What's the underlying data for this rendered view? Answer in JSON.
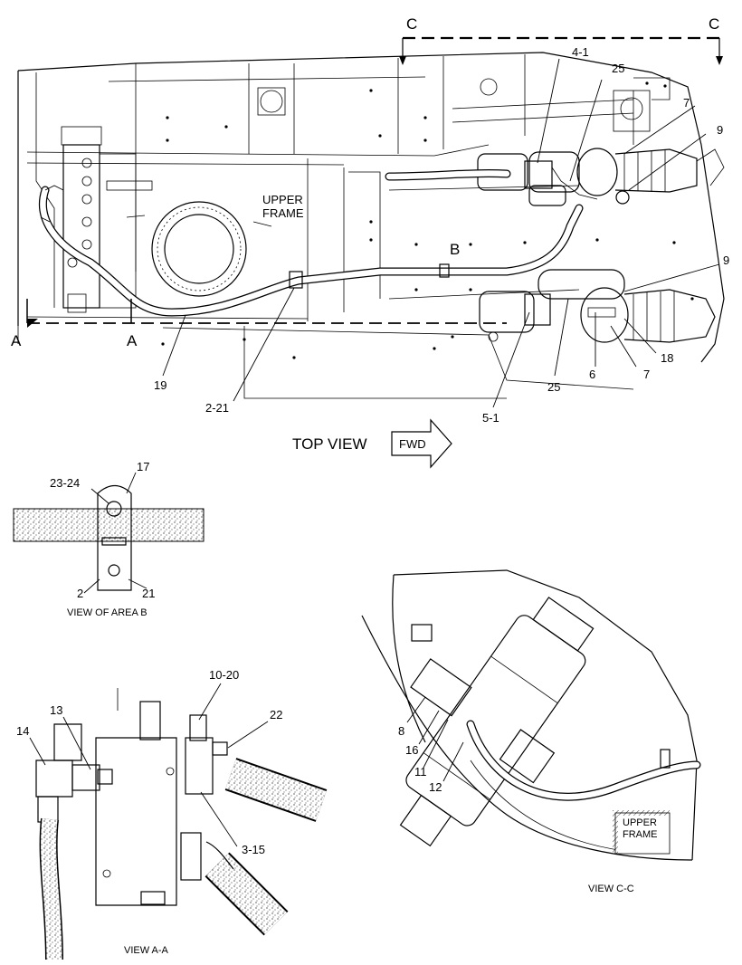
{
  "top_view": {
    "section_c_left": "C",
    "section_c_right": "C",
    "section_a_left": "A",
    "section_a_right": "A",
    "area_b": "B",
    "upper_frame_line1": "UPPER",
    "upper_frame_line2": "FRAME",
    "title": "TOP VIEW",
    "fwd": "FWD",
    "callouts": {
      "c4_1": "4-1",
      "c25_top": "25",
      "c7_top": "7",
      "c9_top": "9",
      "c9_mid": "9",
      "c18": "18",
      "c7_bottom": "7",
      "c6": "6",
      "c25_bottom": "25",
      "c5_1": "5-1",
      "c19": "19",
      "c2_21": "2-21"
    }
  },
  "view_b": {
    "caption": "VIEW OF AREA B",
    "callouts": {
      "c23_24": "23-24",
      "c17": "17",
      "c2": "2",
      "c21": "21"
    }
  },
  "view_a": {
    "caption": "VIEW A-A",
    "callouts": {
      "c10_20": "10-20",
      "c22": "22",
      "c13": "13",
      "c14": "14",
      "c3_15": "3-15"
    }
  },
  "view_c": {
    "caption": "VIEW C-C",
    "upper_frame_line1": "UPPER",
    "upper_frame_line2": "FRAME",
    "callouts": {
      "c8": "8",
      "c16": "16",
      "c11": "11",
      "c12": "12"
    }
  }
}
